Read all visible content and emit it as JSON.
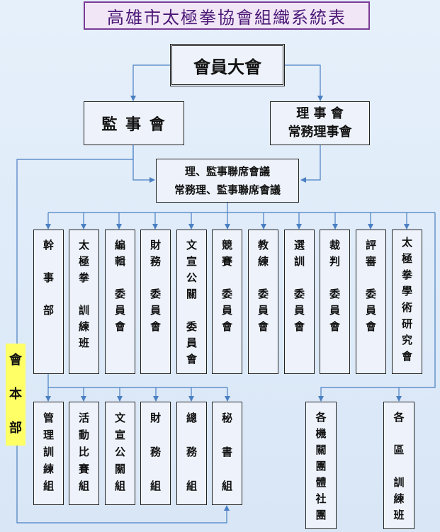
{
  "title": "高雄市太極拳協會組織系統表",
  "side_label": "會\n本\n部",
  "top": {
    "general_assembly": "會員大會",
    "supervisors": "監 事 會",
    "directors_line1": "理 事 會",
    "directors_line2": "常務理事會",
    "joint_line1": "理、監事聯席會議",
    "joint_line2": "常務理、監事聯席會議"
  },
  "committees": [
    {
      "label": "幹\n\n事\n\n部"
    },
    {
      "label": "太\n極\n拳\n\n訓\n練\n班"
    },
    {
      "label": "編\n輯\n\n委\n員\n會"
    },
    {
      "label": "財\n務\n\n委\n員\n會"
    },
    {
      "label": "文\n宣\n公\n關\n\n委\n員\n會"
    },
    {
      "label": "競\n賽\n\n委\n員\n會"
    },
    {
      "label": "教\n練\n\n委\n員\n會"
    },
    {
      "label": "選\n訓\n\n委\n員\n會"
    },
    {
      "label": "裁\n判\n\n委\n員\n會"
    },
    {
      "label": "評\n審\n\n委\n員\n會"
    },
    {
      "label": "太\n極\n拳\n學\n術\n研\n究\n會"
    }
  ],
  "groups": [
    {
      "label": "管\n理\n訓\n練\n組"
    },
    {
      "label": "活\n動\n比\n賽\n組"
    },
    {
      "label": "文\n宣\n公\n關\n組"
    },
    {
      "label": "財\n\n務\n\n組"
    },
    {
      "label": "總\n\n務\n\n組"
    },
    {
      "label": "秘\n\n書\n\n組"
    }
  ],
  "affiliates": [
    {
      "label": "各\n機\n關\n團\n體\n社\n團"
    },
    {
      "label": "各\n\n區\n\n訓\n練\n班"
    }
  ],
  "colors": {
    "line": "#4a7fc1",
    "title_border": "#7a3b95",
    "title_text": "#4b1877",
    "side_bg": "#ffff66"
  }
}
